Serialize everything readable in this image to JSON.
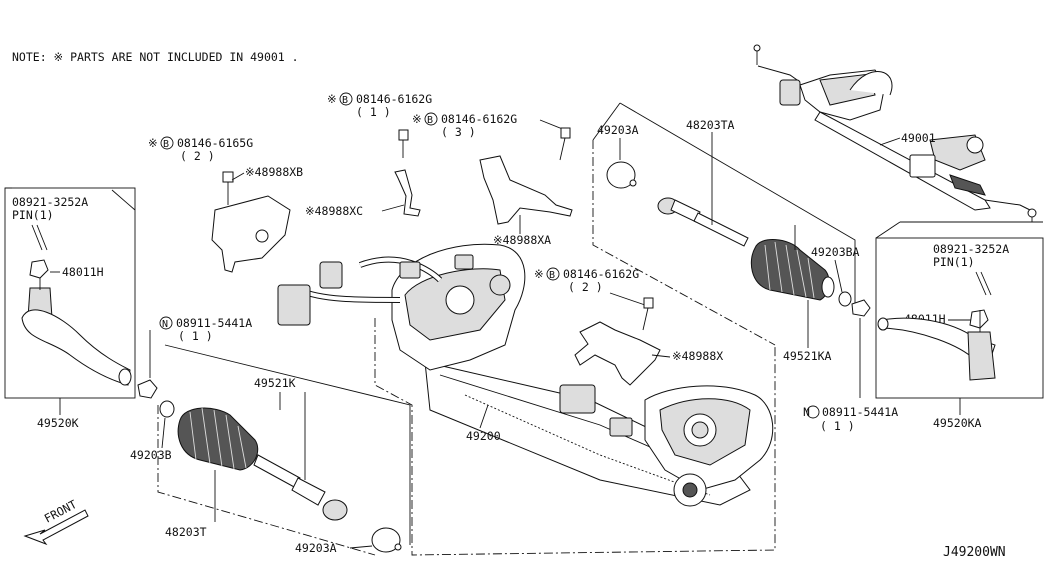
{
  "note": "NOTE: ※ PARTS ARE NOT INCLUDED IN   49001  .",
  "diagram_id": "J49200WN",
  "front_label": "FRONT",
  "callouts": {
    "c49001": "49001",
    "c48203TA": "48203TA",
    "c49203A_top": "49203A",
    "c49203BA": "49203BA",
    "c49521KA": "49521KA",
    "c49520KA": "49520KA",
    "c48011H_right": "48011H",
    "c08921_right": "08921-3252A",
    "c08921_right_qty": "PIN(1)",
    "c08911_right": "08911-5441A",
    "c08911_right_qty": "( 1 )",
    "c49200": "49200",
    "c48988X": "※48988X",
    "c08146_6162G_mid": "08146-6162G",
    "c08146_6162G_mid_qty": "( 2 )",
    "c48988XA": "※48988XA",
    "c08146_6162G_top": "08146-6162G",
    "c08146_6162G_top_qty": "( 1 )",
    "c08146_6162G_top2": "08146-6162G",
    "c08146_6162G_top2_qty": "( 3 )",
    "c48988XC": "※48988XC",
    "c48988XB": "※48988XB",
    "c08146_6165G": "08146-6165G",
    "c08146_6165G_qty": "( 2 )",
    "c08921_left": "08921-3252A",
    "c08921_left_qty": "PIN(1)",
    "c48011H_left": "48011H",
    "c49520K": "49520K",
    "c08911_left": "08911-5441A",
    "c08911_left_qty": "( 1 )",
    "c49521K": "49521K",
    "c49203B": "49203B",
    "c48203T": "48203T",
    "c49203A_bottom": "49203A"
  },
  "prefix_marks": {
    "bolt_mark": "B",
    "nut_mark": "N",
    "asterisk": "※"
  }
}
